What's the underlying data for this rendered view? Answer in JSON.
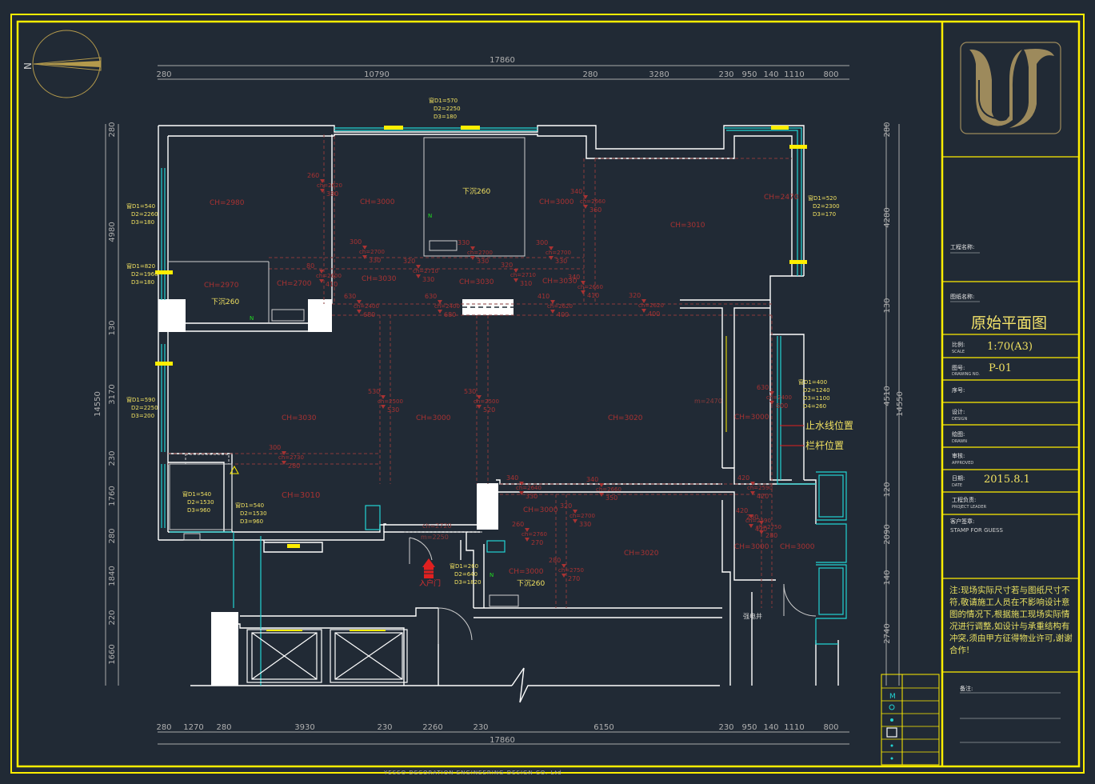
{
  "dims": {
    "total_top": "17860",
    "total_bottom": "17860",
    "top_segments": [
      "280",
      "10790",
      "280",
      "3280",
      "230",
      "950",
      "140",
      "1110",
      "800"
    ],
    "bottom_segments": [
      "280",
      "1270",
      "280",
      "3930",
      "230",
      "2260",
      "230",
      "6150",
      "230",
      "950",
      "140",
      "1110",
      "800"
    ],
    "left_segments": [
      "280",
      "4980",
      "130",
      "3170",
      "230",
      "1760",
      "280",
      "1840",
      "220",
      "1660"
    ],
    "left_total": "14550",
    "right_segments": [
      "280",
      "4280",
      "130",
      "4510",
      "120",
      "2090",
      "140",
      "2740"
    ],
    "right_total": "14550"
  },
  "windows": [
    {
      "lines": [
        "窗D1=570",
        "D2=2250",
        "D3=180"
      ]
    },
    {
      "lines": [
        "窗D1=520",
        "D2=2300",
        "D3=170"
      ]
    },
    {
      "lines": [
        "窗D1=540",
        "D2=2260",
        "D3=180"
      ]
    },
    {
      "lines": [
        "窗D1=820",
        "D2=1960",
        "D3=180"
      ]
    },
    {
      "lines": [
        "窗D1=590",
        "D2=2250",
        "D3=200"
      ]
    },
    {
      "lines": [
        "窗D1=540",
        "D2=1530",
        "D3=960"
      ]
    },
    {
      "lines": [
        "窗D1=540",
        "D2=1530",
        "D3=960"
      ]
    },
    {
      "lines": [
        "窗D1=260",
        "D2=640",
        "D3=1820"
      ]
    },
    {
      "lines": [
        "窗D1=400",
        "D2=1240",
        "D3=1100",
        "D4=260"
      ]
    }
  ],
  "ceiling_heights": [
    "CH=2980",
    "CH=3000",
    "CH=3000",
    "CH=3010",
    "CH=2470",
    "CH=2970",
    "CH=2700",
    "CH=3030",
    "CH=3030",
    "CH=3030",
    "CH=3030",
    "CH=3000",
    "CH=3020",
    "CH=3000",
    "CH=3010",
    "CH=3000",
    "CH=3020",
    "CH=3000",
    "CH=3000",
    "CH=3000"
  ],
  "beams": [
    {
      "top": "260",
      "bottom": "380",
      "ch": "ch=2620"
    },
    {
      "top": "340",
      "bottom": "360",
      "ch": "ch=2660"
    },
    {
      "top": "300",
      "bottom": "330",
      "ch": "ch=2700"
    },
    {
      "top": "330",
      "bottom": "330",
      "ch": "ch=2700"
    },
    {
      "top": "300",
      "bottom": "330",
      "ch": "ch=2700"
    },
    {
      "top": "320",
      "bottom": "330",
      "ch": "ch=2710"
    },
    {
      "top": "320",
      "bottom": "310",
      "ch": "ch=2710"
    },
    {
      "top": "80",
      "bottom": "410",
      "ch": "ch=2600"
    },
    {
      "top": "340",
      "bottom": "410",
      "ch": "ch=2660"
    },
    {
      "top": "630",
      "bottom": "680",
      "ch": "ch=2400"
    },
    {
      "top": "630",
      "bottom": "680",
      "ch": "ch=2400"
    },
    {
      "top": "410",
      "bottom": "400",
      "ch": "ch=2620"
    },
    {
      "top": "320",
      "bottom": "400",
      "ch": "ch=2620"
    },
    {
      "top": "530",
      "bottom": "530",
      "ch": "ch=2500"
    },
    {
      "top": "530",
      "bottom": "520",
      "ch": "ch=2500"
    },
    {
      "top": "300",
      "bottom": "280",
      "ch": "ch=2730"
    },
    {
      "top": "340",
      "bottom": "330",
      "ch": "ch=2640"
    },
    {
      "top": "340",
      "bottom": "350",
      "ch": "ch=2660"
    },
    {
      "top": "320",
      "bottom": "330",
      "ch": "ch=2700"
    },
    {
      "top": "260",
      "bottom": "270",
      "ch": "ch=2760"
    },
    {
      "top": "280",
      "bottom": "280",
      "ch": "ch=2750"
    },
    {
      "top": "280",
      "bottom": "270",
      "ch": "ch=2750"
    },
    {
      "top": "420",
      "bottom": "420",
      "ch": "ch=2590"
    },
    {
      "top": "420",
      "bottom": "420",
      "ch": "ch=2590"
    },
    {
      "top": "630",
      "bottom": "600",
      "ch": "ch=2400"
    }
  ],
  "labels": {
    "sunken_1": "下沉260",
    "sunken_2": "下沉260",
    "sunken_3": "下沉260",
    "entrance": "入户门",
    "water_stop": "止水线位置",
    "railing": "栏杆位置",
    "elevator": "强电井",
    "door_height": "m=2470",
    "door_height_2": "m=2250",
    "door_ch": "ch=2720"
  },
  "title_block": {
    "project_name_label": "工程名称:",
    "drawing_name_label": "图纸名称:",
    "drawing_title": "原始平面图",
    "scale_label": "比例:",
    "scale_sub": "SCALE",
    "scale_value": "1:70(A3)",
    "drawing_no_label": "图号:",
    "drawing_no_sub": "DRAWING NO.",
    "drawing_no_value": "P-01",
    "sequence_label": "序号:",
    "design_label": "设计:",
    "design_sub": "DESIGN",
    "drawn_label": "绘图:",
    "drawn_sub": "DRAWN",
    "approved_label": "审核:",
    "approved_sub": "APPROVED",
    "date_label": "日期:",
    "date_sub": "DATE",
    "date_value": "2015.8.1",
    "leader_label": "工程负责:",
    "leader_sub": "PROJECT LEADER",
    "client_label": "客户签章:",
    "client_sub": "STAMP FOR GUESS",
    "note": "注:现场实际尺寸若与图纸尺寸不符,敬请施工人员在不影响设计意图的情况下,根据施工现场实际情况进行调整,如设计与承重结构有冲突,须由甲方征得物业许可,谢谢合作!",
    "remarks_label": "备注:"
  },
  "legend_symbols": [
    "M"
  ],
  "footer": "YESSO DECORATION ENGINEERING DESIGN CO. Ltd",
  "colors": {
    "background": "#212a35",
    "frame": "#ffee00",
    "wall": "#ffffff",
    "window": "#22d3d3",
    "beam_text": "#c0392b",
    "dim": "#a9a9a9",
    "logo": "#9d8a5c"
  }
}
